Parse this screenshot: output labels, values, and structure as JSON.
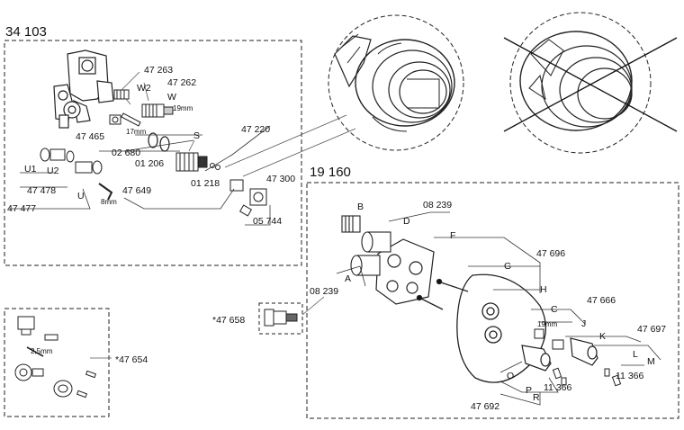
{
  "groups": {
    "left_box_title": "34 103",
    "right_box_title": "19 160"
  },
  "parts": {
    "p47263": "47 263",
    "pW2": "W2",
    "p47262": "47 262",
    "pW": "W",
    "p19mm_top": "19mm",
    "p17mm": "17mm",
    "p47465": "47 465",
    "pS": "S",
    "p47220": "47 220",
    "p02680": "02 680",
    "p01206": "01 206",
    "pU1": "U1",
    "pU2": "U2",
    "p47300": "47 300",
    "p01218": "01 218",
    "p47478": "47 478",
    "pU": "U",
    "p47649": "47 649",
    "p8mm": "8mm",
    "p47477": "47 477",
    "p05744": "05 744",
    "pB": "B",
    "p08239_top": "08 239",
    "pD": "D",
    "pF": "F",
    "p47696": "47 696",
    "pG": "G",
    "pA": "A",
    "p08239_bot": "08 239",
    "pH": "H",
    "p47666": "47 666",
    "pC": "C",
    "p47658": "*47 658",
    "p19mm_bot": "19mm",
    "pJ": "J",
    "p47697": "47 697",
    "pK": "K",
    "pL": "L",
    "pM": "M",
    "p47654": "*47 654",
    "p25mm": "2,5mm",
    "pO": "O",
    "p11366_a": "11 366",
    "p11366_b": "11 366",
    "pP": "P",
    "pR": "R",
    "p47692": "47 692"
  }
}
